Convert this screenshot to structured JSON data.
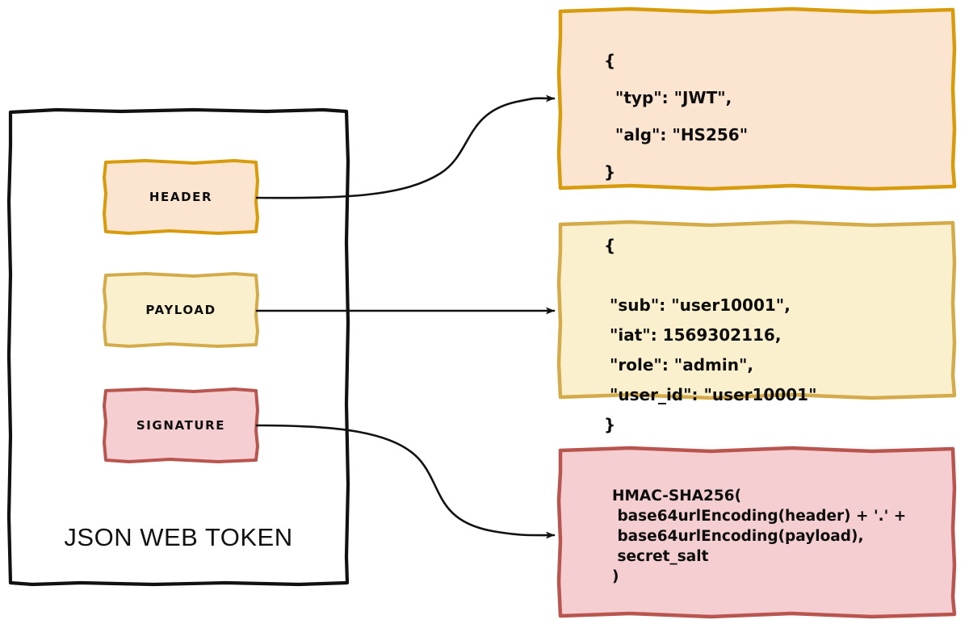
{
  "diagram": {
    "title": "JSON WEB TOKEN",
    "colors": {
      "header_border": "#d79b0b",
      "header_fill": "#fbe5d0",
      "payload_border": "#d4ab4a",
      "payload_fill": "#fbf0cd",
      "signature_border": "#b9554f",
      "signature_fill": "#f4ced0",
      "container_border": "#111111",
      "arrow": "#111111",
      "text": "#0d0d0d",
      "background": "#ffffff"
    },
    "parts": [
      {
        "id": "header",
        "label": "HEADER"
      },
      {
        "id": "payload",
        "label": "PAYLOAD"
      },
      {
        "id": "signature",
        "label": "SIGNATURE"
      }
    ],
    "panels": {
      "header": {
        "lines": [
          "{",
          "  \"typ\": \"JWT\",",
          "  \"alg\": \"HS256\"",
          "}"
        ]
      },
      "payload": {
        "lines": [
          "{",
          "",
          " \"sub\": \"user10001\",",
          " \"iat\": 1569302116,",
          " \"role\": \"admin\",",
          " \"user_id\": \"user10001\"",
          "}"
        ]
      },
      "signature": {
        "lines": [
          "HMAC-SHA256(",
          " base64urlEncoding(header) + '.' +",
          " base64urlEncoding(payload),",
          " secret_salt",
          ")"
        ]
      }
    },
    "connectors": [
      {
        "id": "header-connector",
        "from": "HEADER",
        "to": "header-panel"
      },
      {
        "id": "payload-connector",
        "from": "PAYLOAD",
        "to": "payload-panel"
      },
      {
        "id": "signature-connector",
        "from": "SIGNATURE",
        "to": "signature-panel"
      }
    ]
  }
}
